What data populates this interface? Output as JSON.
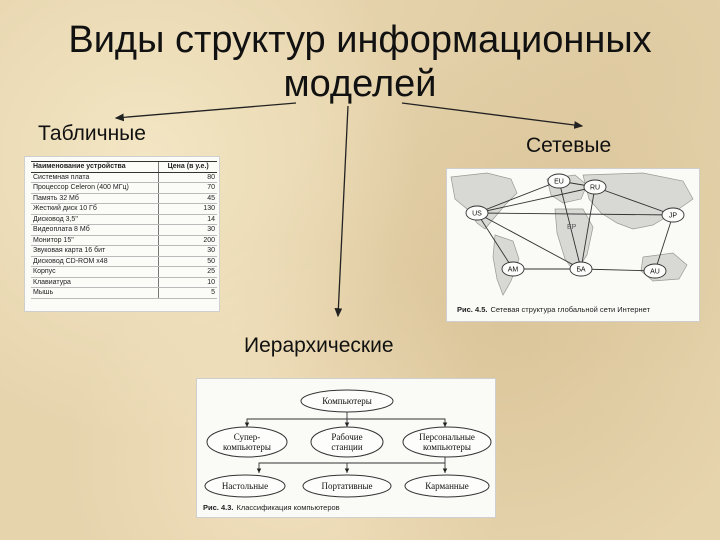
{
  "title": "Виды структур информационных моделей",
  "labels": {
    "table": "Табличные",
    "network": "Сетевые",
    "hierarchy": "Иерархические"
  },
  "table_figure": {
    "headers": [
      "Наименование устройства",
      "Цена (в у.е.)"
    ],
    "rows": [
      {
        "name": "Системная плата",
        "price": "80"
      },
      {
        "name": "Процессор Celeron (400 МГц)",
        "price": "70"
      },
      {
        "name": "Память 32 Мб",
        "price": "45"
      },
      {
        "name": "Жесткий диск 10 Гб",
        "price": "130"
      },
      {
        "name": "Дисковод 3,5\"",
        "price": "14"
      },
      {
        "name": "Видеоплата 8 Мб",
        "price": "30"
      },
      {
        "name": "Монитор 15\"",
        "price": "200"
      },
      {
        "name": "Звуковая карта 16 бит",
        "price": "30"
      },
      {
        "name": "Дисковод CD-ROM x48",
        "price": "50"
      },
      {
        "name": "Корпус",
        "price": "25"
      },
      {
        "name": "Клавиатура",
        "price": "10"
      },
      {
        "name": "Мышь",
        "price": "5"
      }
    ]
  },
  "network_figure": {
    "nodes": [
      "RU",
      "EU",
      "US",
      "JP",
      "AM",
      "БА",
      "AU",
      "ЕР"
    ],
    "caption_num": "Рис. 4.5.",
    "caption_text": "Сетевая структура глобальной сети Интернет"
  },
  "hierarchy_figure": {
    "root": "Компьютеры",
    "level1": [
      {
        "line1": "Супер-",
        "line2": "компьютеры"
      },
      {
        "line1": "Рабочие",
        "line2": "станции"
      },
      {
        "line1": "Персональные",
        "line2": "компьютеры"
      }
    ],
    "level2": [
      "Настольные",
      "Портативные",
      "Карманные"
    ],
    "caption_num": "Рис. 4.3.",
    "caption_text": "Классификация компьютеров"
  }
}
